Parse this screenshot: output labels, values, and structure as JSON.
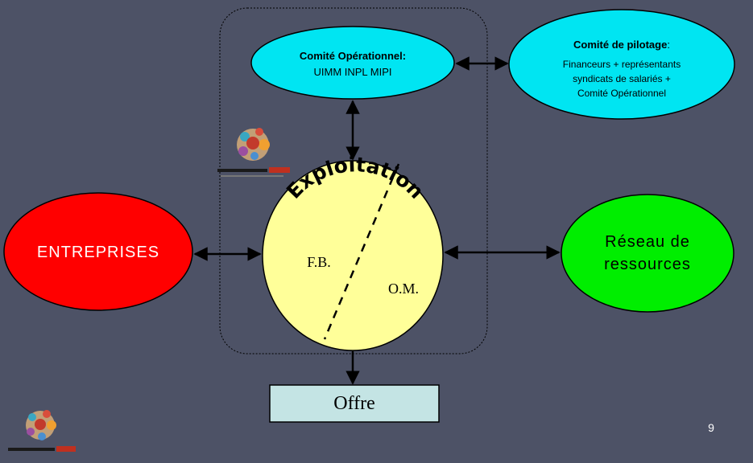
{
  "diagram": {
    "comite_operationnel": {
      "title": "Comité Opérationnel:",
      "members": "UIMM  INPL  MIPI"
    },
    "comite_pilotage": {
      "title": "Comité de pilotage",
      "title_suffix": ":",
      "line1": "Financeurs + représentants",
      "line2": "syndicats de salariés +",
      "line3": "Comité Opérationnel"
    },
    "exploitation": {
      "title": "Exploitation",
      "left_label": "F.B.",
      "right_label": "O.M."
    },
    "entreprises": "ENTREPRISES",
    "reseau": {
      "line1": "Réseau de",
      "line2": "ressources"
    },
    "offre": "Offre"
  },
  "page_number": "9",
  "colors": {
    "background": "#4d5266",
    "comites_fill": "#00e5f2",
    "exploitation_fill": "#ffff99",
    "entreprises_fill": "#ff0000",
    "reseau_fill": "#00ee00",
    "offre_fill": "#c4e4e4"
  },
  "icons": {
    "logo": "competences-plus-logo"
  }
}
